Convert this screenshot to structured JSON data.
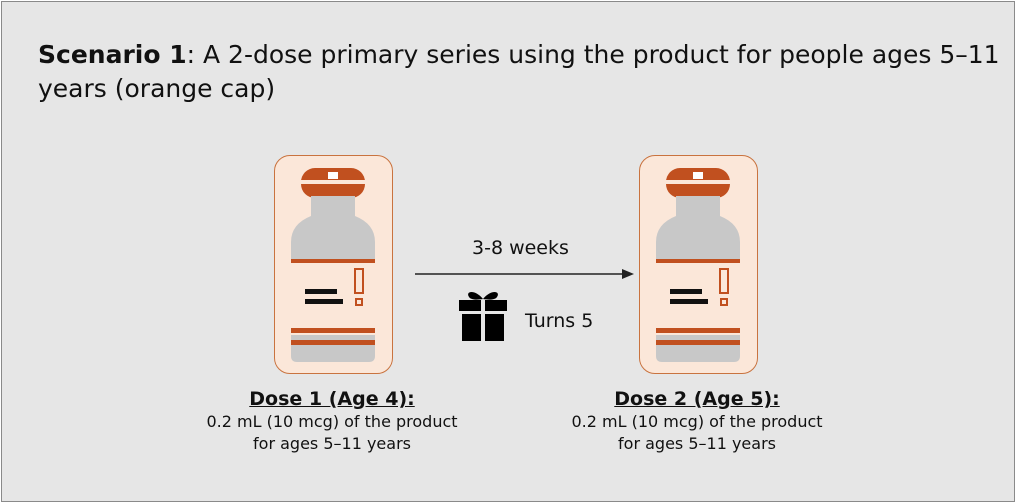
{
  "title": {
    "bold": "Scenario 1",
    "rest": ": A 2-dose primary series using the product for people ages 5–11 years (orange cap)"
  },
  "interval": "3-8 weeks",
  "birthday": "Turns 5",
  "doses": [
    {
      "heading": "Dose 1 (Age 4):",
      "line1": "0.2 mL (10 mcg) of the product",
      "line2": "for ages 5–11 years"
    },
    {
      "heading": "Dose 2 (Age 5):",
      "line1": "0.2 mL (10 mcg) of the product",
      "line2": "for ages 5–11 years"
    }
  ],
  "colors": {
    "cap": "#c1501f",
    "card": "#fbe7d9",
    "vial": "#c8c8c8",
    "background": "#e6e6e6"
  },
  "icons": [
    "vial-icon",
    "gift-icon",
    "arrow-right-icon"
  ]
}
